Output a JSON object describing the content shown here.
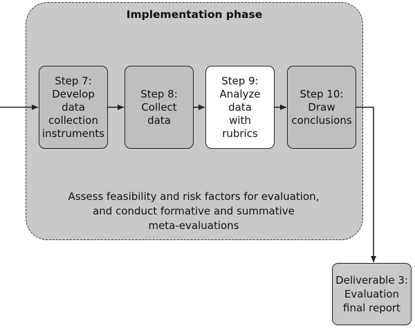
{
  "phase": {
    "title": "Implementation phase",
    "note": "Assess feasibility and risk factors for evaluation,\nand conduct formative and summative\nmeta-evaluations"
  },
  "steps": [
    {
      "label": "Step 7:\nDevelop\ndata\ncollection\ninstruments",
      "highlighted": false
    },
    {
      "label": "Step 8:\nCollect\ndata",
      "highlighted": false
    },
    {
      "label": "Step 9:\nAnalyze\ndata\nwith\nrubrics",
      "highlighted": true
    },
    {
      "label": "Step 10:\nDraw\nconclusions",
      "highlighted": false
    }
  ],
  "deliverable": {
    "label": "Deliverable 3:\nEvaluation\nfinal report"
  },
  "colors": {
    "phase_fill": "#c9c9c9",
    "step_fill": "#bfbfbf",
    "highlight_fill": "#ffffff",
    "line": "#222222"
  }
}
